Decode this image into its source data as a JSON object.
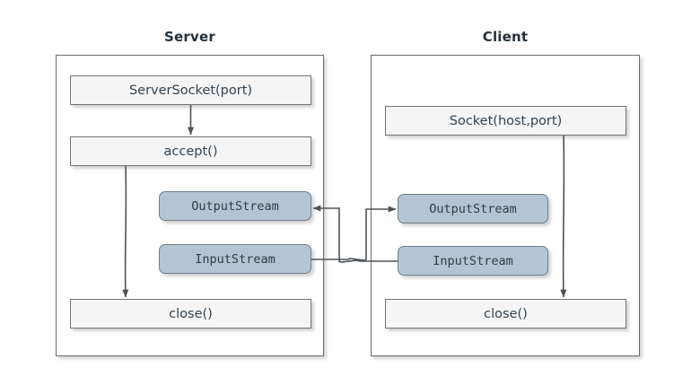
{
  "diagram": {
    "title_server": "Server",
    "title_client": "Client",
    "colors": {
      "stream_fill": "#b3c5d3",
      "node_fill": "#f5f5f5",
      "stroke": "#4d5358",
      "title_color": "#23313c"
    }
  },
  "server": {
    "label": "Server",
    "nodes": [
      {
        "id": "server-socket",
        "label": "ServerSocket(port)",
        "kind": "process"
      },
      {
        "id": "accept",
        "label": "accept()",
        "kind": "process"
      },
      {
        "id": "output-stream",
        "label": "OutputStream",
        "kind": "stream"
      },
      {
        "id": "input-stream",
        "label": "InputStream",
        "kind": "stream"
      },
      {
        "id": "close",
        "label": "close()",
        "kind": "process"
      }
    ]
  },
  "client": {
    "label": "Client",
    "nodes": [
      {
        "id": "socket",
        "label": "Socket(host,port)",
        "kind": "process"
      },
      {
        "id": "output-stream",
        "label": "OutputStream",
        "kind": "stream"
      },
      {
        "id": "input-stream",
        "label": "InputStream",
        "kind": "stream"
      },
      {
        "id": "close",
        "label": "close()",
        "kind": "process"
      }
    ]
  },
  "connections": [
    {
      "from": "server.server-socket",
      "to": "server.accept",
      "arrow": "end"
    },
    {
      "from": "server.accept",
      "to": "server.close",
      "arrow": "end"
    },
    {
      "from": "client.socket",
      "to": "client.close",
      "arrow": "end"
    },
    {
      "from": "client.input-stream",
      "to": "server.output-stream",
      "arrow": "end"
    },
    {
      "from": "server.input-stream",
      "to": "client.output-stream",
      "arrow": "end"
    }
  ]
}
